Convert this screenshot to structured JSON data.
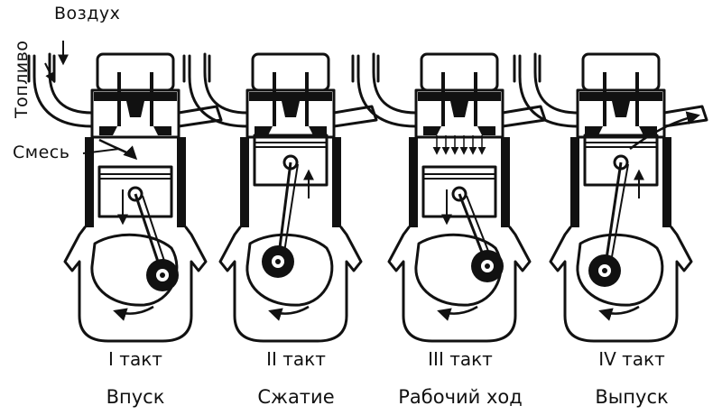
{
  "labels": {
    "air": "Воздух",
    "fuel": "Топливо",
    "mixture": "Смесь"
  },
  "strokes": [
    {
      "number": "I такт",
      "name": "Впуск"
    },
    {
      "number": "II такт",
      "name": "Сжатие"
    },
    {
      "number": "III такт",
      "name": "Рабочий ход"
    },
    {
      "number": "IV такт",
      "name": "Выпуск"
    }
  ]
}
